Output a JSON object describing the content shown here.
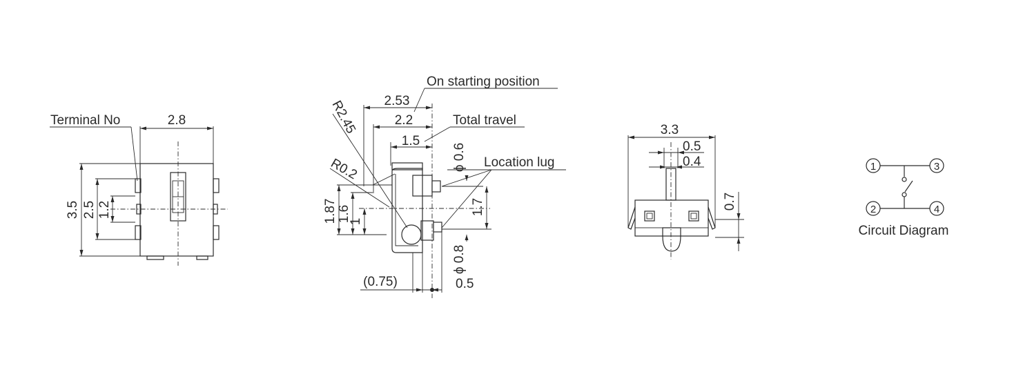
{
  "labels": {
    "terminal_no": "Terminal No",
    "on_starting_position": "On  starting position",
    "total_travel": "Total travel",
    "location_lug": "Location lug",
    "circuit_diagram": "Circuit Diagram"
  },
  "view1": {
    "width": "2.8",
    "height_total": "3.5",
    "height_mid": "2.5",
    "height_inner": "1.2"
  },
  "view2": {
    "dim_253": "2.53",
    "dim_22": "2.2",
    "dim_15": "1.5",
    "radius_large": "R2.45",
    "radius_small": "R0.2",
    "dim_187": "1.87",
    "dim_16": "1.6",
    "dim_1": "1",
    "dia_06": "ϕ 0.6",
    "dim_17": "1.7",
    "dia_08": "ϕ 0.8",
    "dim_075": "(0.75)",
    "dim_05": "0.5"
  },
  "view3": {
    "dim_33": "3.3",
    "dim_05": "0.5",
    "dim_04": "0.4",
    "dim_07": "0.7"
  },
  "circuit": {
    "pin1": "1",
    "pin2": "2",
    "pin3": "3",
    "pin4": "4"
  }
}
